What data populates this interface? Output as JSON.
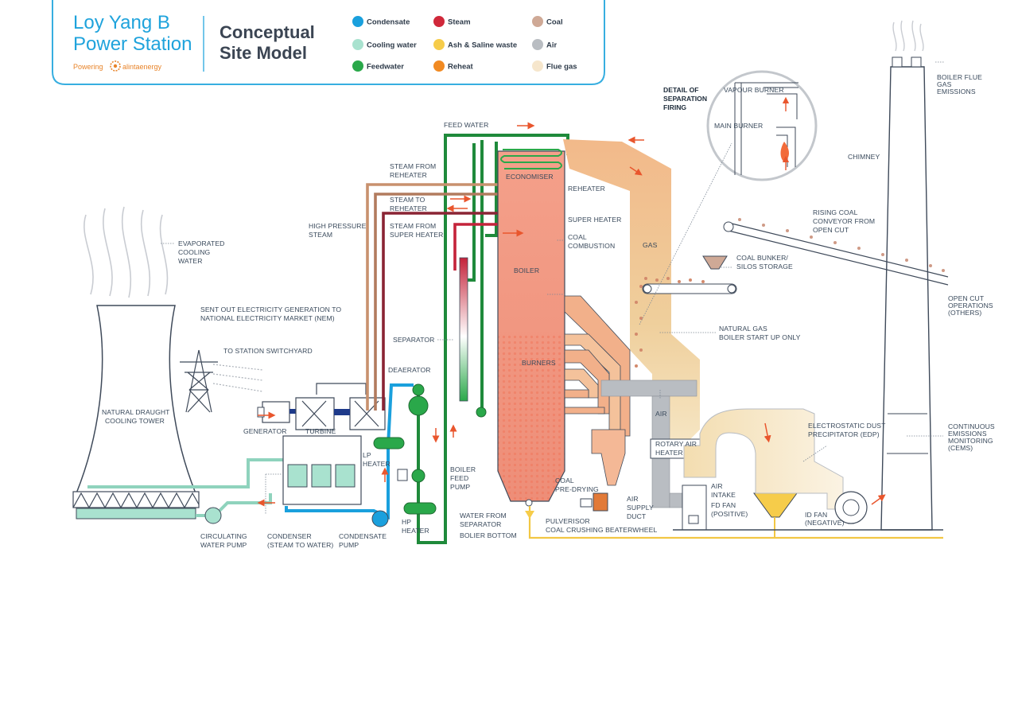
{
  "header": {
    "station_line1": "Loy Yang B",
    "station_line2": "Power Station",
    "powering": "Powering",
    "brand": "alintaenergy",
    "model_line1": "Conceptual",
    "model_line2": "Site Model"
  },
  "legend": [
    {
      "label": "Condensate",
      "color": "#1aa0dd"
    },
    {
      "label": "Cooling water",
      "color": "#a9e2cf"
    },
    {
      "label": "Feedwater",
      "color": "#2aa84a"
    },
    {
      "label": "Steam",
      "color": "#d0283a"
    },
    {
      "label": "Ash & Saline waste",
      "color": "#f6cc4a"
    },
    {
      "label": "Reheat",
      "color": "#f18a22"
    },
    {
      "label": "Coal",
      "color": "#cfa996"
    },
    {
      "label": "Air",
      "color": "#b9bdc2"
    },
    {
      "label": "Flue gas",
      "color": "#f6e6cc"
    }
  ],
  "detail": {
    "title1": "DETAIL OF",
    "title2": "SEPARATION",
    "title3": "FIRING",
    "vapour_burner": "VAPOUR BURNER",
    "main_burner": "MAIN BURNER"
  },
  "labels": {
    "evaporated1": "EVAPORATED",
    "evaporated2": "COOLING",
    "evaporated3": "WATER",
    "sent_out1": "SENT OUT ELECTRICITY GENERATION TO",
    "sent_out2": "NATIONAL ELECTRICITY MARKET (NEM)",
    "switchyard": "TO STATION SWITCHYARD",
    "cooling_tower1": "NATURAL DRAUGHT",
    "cooling_tower2": "COOLING TOWER",
    "generator": "GENERATOR",
    "turbine": "TURBINE",
    "circ_pump1": "CIRCULATING",
    "circ_pump2": "WATER PUMP",
    "condenser1": "CONDENSER",
    "condenser2": "(STEAM TO WATER)",
    "cond_pump1": "CONDENSATE",
    "cond_pump2": "PUMP",
    "lp_heater1": "LP",
    "lp_heater2": "HEATER",
    "hp_heater1": "HP",
    "hp_heater2": "HEATER",
    "deaerator": "DEAERATOR",
    "bfp1": "BOILER",
    "bfp2": "FEED",
    "bfp3": "PUMP",
    "separator": "SEPARATOR",
    "high_pressure1": "HIGH PRESSURE",
    "high_pressure2": "STEAM",
    "steam_from_reheater1": "STEAM FROM",
    "steam_from_reheater2": "REHEATER",
    "steam_to_reheater1": "STEAM TO",
    "steam_to_reheater2": "REHEATER",
    "steam_from_sh1": "STEAM FROM",
    "steam_from_sh2": "SUPER HEATER",
    "feed_water": "FEED WATER",
    "economiser": "ECONOMISER",
    "reheater": "REHEATER",
    "super_heater": "SUPER HEATER",
    "coal_combustion1": "COAL",
    "coal_combustion2": "COMBUSTION",
    "boiler": "BOILER",
    "burners": "BURNERS",
    "gas": "GAS",
    "water_from_sep1": "WATER FROM",
    "water_from_sep2": "SEPARATOR",
    "boiler_bottom": "BOLIER BOTTOM",
    "coal_predrying1": "COAL",
    "coal_predrying2": "PRE-DRYING",
    "pulveriser1": "PULVERISOR",
    "pulveriser2": "COAL CRUSHING BEATERWHEEL",
    "air_supply1": "AIR",
    "air_supply2": "SUPPLY",
    "air_supply3": "DUCT",
    "air": "AIR",
    "rotary1": "ROTARY AIR",
    "rotary2": "HEATER",
    "air_intake1": "AIR",
    "air_intake2": "INTAKE",
    "fd_fan1": "FD FAN",
    "fd_fan2": "(POSITIVE)",
    "natural_gas1": "NATURAL GAS",
    "natural_gas2": "BOILER START UP ONLY",
    "coal_bunker1": "COAL BUNKER/",
    "coal_bunker2": "SILOS STORAGE",
    "rising_coal1": "RISING COAL",
    "rising_coal2": "CONVEYOR FROM",
    "rising_coal3": "OPEN CUT",
    "open_cut1": "OPEN CUT",
    "open_cut2": "OPERATIONS",
    "open_cut3": "(OTHERS)",
    "chimney": "CHIMNEY",
    "flue1": "BOILER FLUE",
    "flue2": "GAS",
    "flue3": "EMISSIONS",
    "edp1": "ELECTROSTATIC DUST",
    "edp2": "PRECIPITATOR (EDP)",
    "id_fan1": "ID FAN",
    "id_fan2": "(NEGATIVE)",
    "cems1": "CONTINUOUS",
    "cems2": "EMISSIONS",
    "cems3": "MONITORING",
    "cems4": "(CEMS)"
  }
}
